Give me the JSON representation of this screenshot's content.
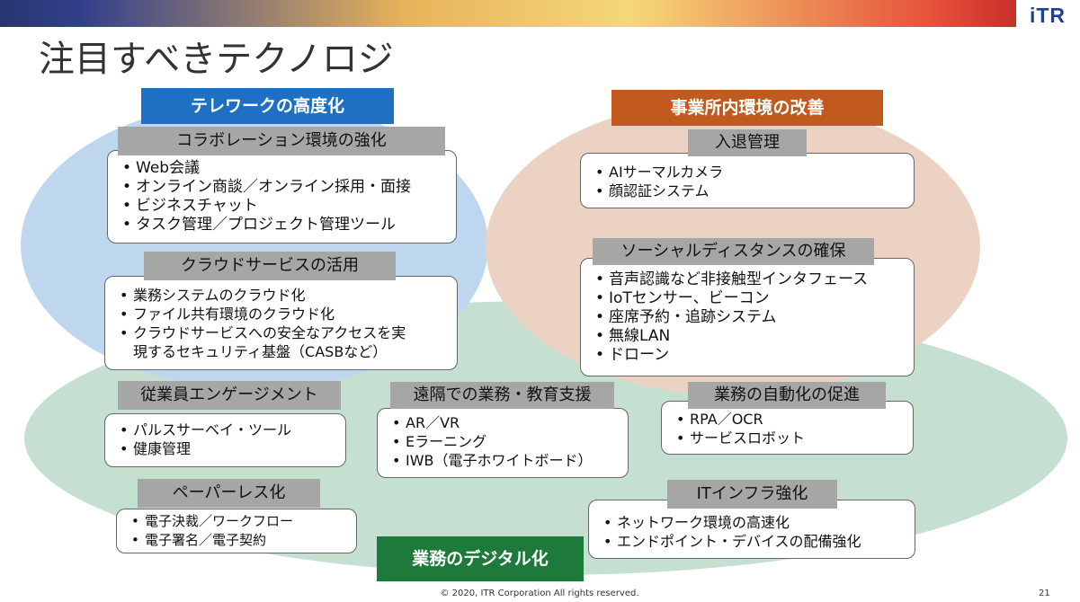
{
  "title": "注目すべきテクノロジ",
  "logo": "iTR",
  "categories": {
    "telework": "テレワークの高度化",
    "office": "事業所内環境の改善",
    "digital": "業務のデジタル化"
  },
  "groups": {
    "collab": {
      "label": "コラボレーション環境の強化",
      "items": [
        "Web会議",
        "オンライン商談／オンライン採用・面接",
        "ビジネスチャット",
        "タスク管理／プロジェクト管理ツール"
      ]
    },
    "cloud": {
      "label": "クラウドサービスの活用",
      "items": [
        "業務システムのクラウド化",
        "ファイル共有環境のクラウド化",
        "クラウドサービスへの安全なアクセスを実",
        "現するセキュリティ基盤（CASBなど）"
      ]
    },
    "entry": {
      "label": "入退管理",
      "items": [
        "AIサーマルカメラ",
        "顔認証システム"
      ]
    },
    "distance": {
      "label": "ソーシャルディスタンスの確保",
      "items": [
        "音声認識など非接触型インタフェース",
        "IoTセンサー、ビーコン",
        "座席予約・追跡システム",
        "無線LAN",
        "ドローン"
      ]
    },
    "engagement": {
      "label": "従業員エンゲージメント",
      "items": [
        "パルスサーベイ・ツール",
        "健康管理"
      ]
    },
    "remote": {
      "label": "遠隔での業務・教育支援",
      "items": [
        "AR／VR",
        "Eラーニング",
        "IWB（電子ホワイトボード）"
      ]
    },
    "automation": {
      "label": "業務の自動化の促進",
      "items": [
        "RPA／OCR",
        "サービスロボット"
      ]
    },
    "paperless": {
      "label": "ペーパーレス化",
      "items": [
        "電子決裁／ワークフロー",
        "電子署名／電子契約"
      ]
    },
    "infra": {
      "label": "ITインフラ強化",
      "items": [
        "ネットワーク環境の高速化",
        "エンドポイント・デバイスの配備強化"
      ]
    }
  },
  "footer": "© 2020, ITR Corporation  All rights reserved.",
  "page_number": "21",
  "colors": {
    "telework": "#1f6fc2",
    "office": "#c25a1f",
    "digital": "#1e7a3b",
    "label_gray": "#a6a6a6"
  }
}
